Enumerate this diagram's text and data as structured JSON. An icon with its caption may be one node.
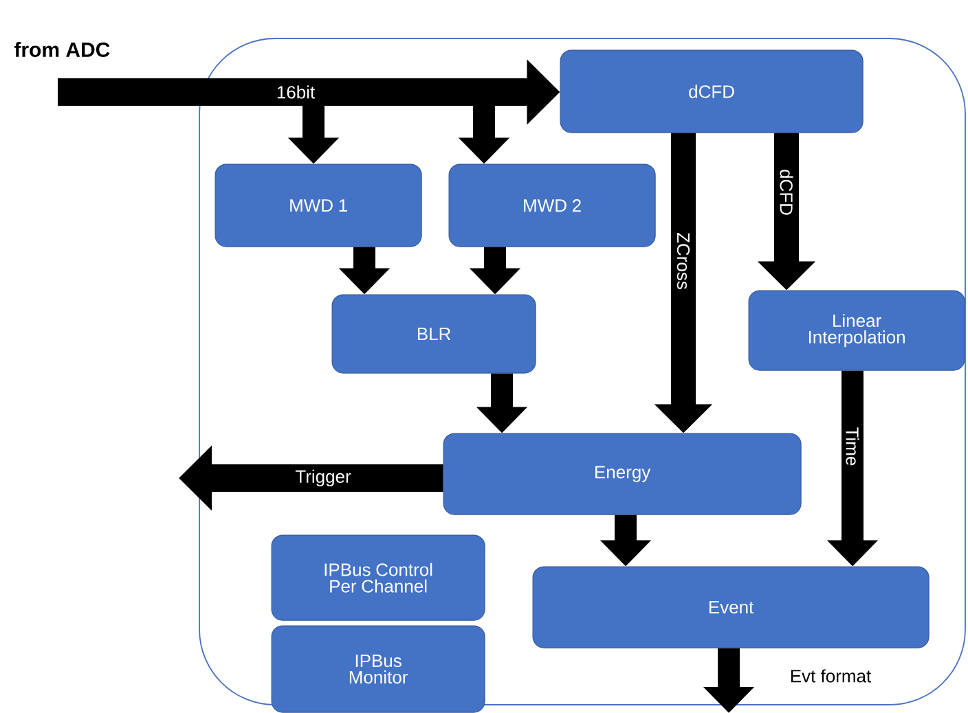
{
  "diagram": {
    "nodes": [
      {
        "text": [],
        "shape": "box"
      },
      {
        "text": [
          "dCFD"
        ],
        "in": 0
      },
      {
        "text": [
          "MWD 1"
        ],
        "in": 0
      },
      {
        "text": [
          "MWD 2"
        ],
        "in": 0
      },
      {
        "text": [
          "BLR"
        ],
        "in": 0
      },
      {
        "text": [
          "Linear Interpolation"
        ],
        "in": 0
      },
      {
        "text": [
          "Energy"
        ],
        "in": 0
      },
      {
        "text": [
          "IPBus Control Per Channel"
        ],
        "in": 0
      },
      {
        "text": [
          "IPBus Monitor"
        ],
        "in": 0
      },
      {
        "text": [
          "Event"
        ],
        "in": 0
      }
    ],
    "edges": [
      {
        "from": null,
        "to": 1,
        "arrow": "to",
        "label": "16bit"
      },
      {
        "from": null,
        "to": 2,
        "arrow": "to"
      },
      {
        "from": null,
        "to": 3,
        "arrow": "to"
      },
      {
        "from": 2,
        "to": 4,
        "arrow": "to"
      },
      {
        "from": 3,
        "to": 4,
        "arrow": "to"
      },
      {
        "from": 1,
        "to": 6,
        "arrow": "to",
        "label": "ZCross"
      },
      {
        "from": 1,
        "to": 5,
        "arrow": "to",
        "label": "dCFD"
      },
      {
        "from": 4,
        "to": 6,
        "arrow": "to"
      },
      {
        "from": 6,
        "to": null,
        "arrow": "to",
        "label": "Trigger"
      },
      {
        "from": 6,
        "to": 9,
        "arrow": "to"
      },
      {
        "from": 5,
        "to": 9,
        "arrow": "to",
        "label": "Time"
      },
      {
        "from": 9,
        "to": null,
        "arrow": "to",
        "label": "Evt format"
      }
    ],
    "labels": [
      "from ADC"
    ]
  }
}
